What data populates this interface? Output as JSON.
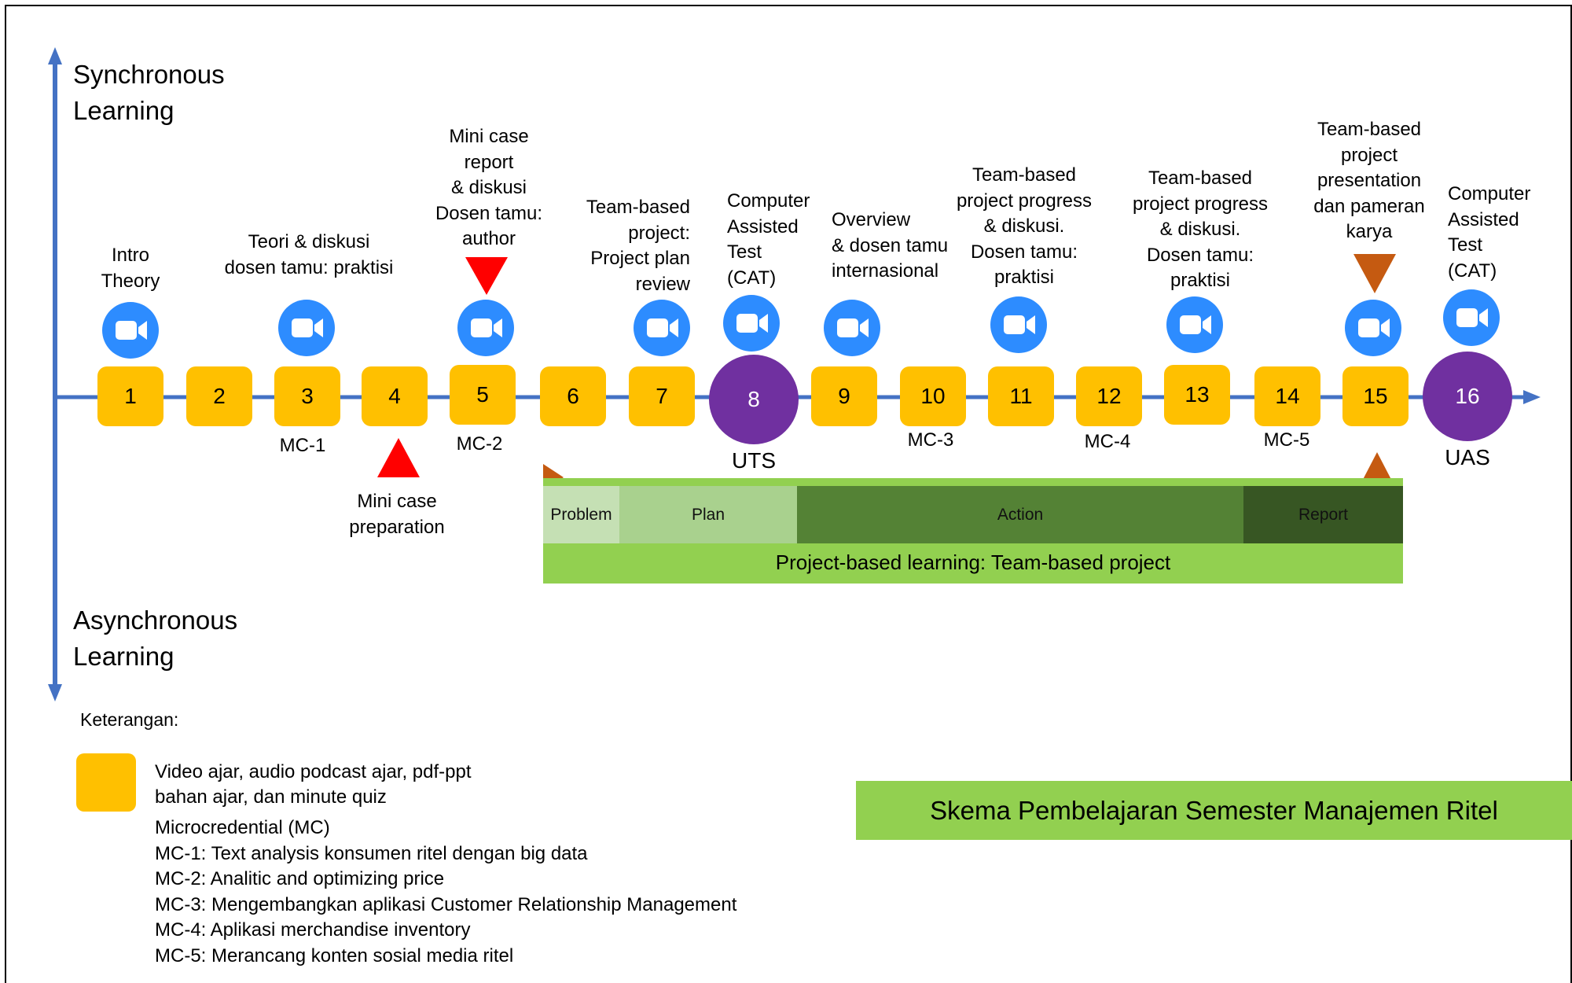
{
  "axis": {
    "sync_label": "Synchronous\nLearning",
    "async_label": "Asynchronous\nLearning"
  },
  "weeks": [
    "1",
    "2",
    "3",
    "4",
    "5",
    "6",
    "7",
    "9",
    "10",
    "11",
    "12",
    "13",
    "14",
    "15"
  ],
  "exams": {
    "uts_number": "8",
    "uts_label": "UTS",
    "uas_number": "16",
    "uas_label": "UAS"
  },
  "activities": {
    "w1": "Intro\nTheory",
    "w3": "Teori & diskusi\ndosen tamu: praktisi",
    "w5": "Mini case\nreport\n& diskusi\nDosen tamu:\nauthor",
    "w7": "Team-based\nproject:\nProject plan\nreview",
    "w8": "Computer\nAssisted\nTest\n(CAT)",
    "w9": "Overview\n& dosen tamu\ninternasional",
    "w11": "Team-based\nproject progress\n& diskusi.\nDosen tamu:\npraktisi",
    "w13": "Team-based\nproject progress\n& diskusi.\nDosen tamu:\npraktisi",
    "w15": "Team-based\nproject\npresentation\ndan pameran\nkarya",
    "w16": "Computer\nAssisted\nTest\n(CAT)",
    "w4_below": "Mini case\npreparation"
  },
  "mc_labels": {
    "mc1": "MC-1",
    "mc2": "MC-2",
    "mc3": "MC-3",
    "mc4": "MC-4",
    "mc5": "MC-5"
  },
  "project": {
    "phases": [
      "Problem",
      "Plan",
      "Action",
      "Report"
    ],
    "title": "Project-based learning: Team-based project"
  },
  "legend": {
    "heading": "Keterangan:",
    "box_line1": "Video ajar, audio podcast ajar, pdf-ppt",
    "box_line2": "bahan ajar, dan minute quiz",
    "mc_heading": "Microcredential (MC)",
    "mc_items": [
      "MC-1: Text analysis konsumen ritel dengan big data",
      "MC-2: Analitic and optimizing price",
      "MC-3: Mengembangkan aplikasi Customer Relationship Management",
      "MC-4: Aplikasi merchandise inventory",
      "MC-5: Merancang konten sosial media ritel"
    ]
  },
  "banner_title": "Skema Pembelajaran Semester Manajemen Ritel",
  "colors": {
    "week_box": "#ffc000",
    "exam_circle": "#7030a0",
    "timeline": "#4472c4",
    "zoom_icon": "#2d8cff",
    "marker_red": "#ff0000",
    "marker_orange": "#c55a11",
    "project_bar": "#92d050",
    "phase_problem": "#c5e0b4",
    "phase_plan": "#a9d18e",
    "phase_action": "#548235",
    "phase_report": "#375623"
  },
  "icons": [
    "zoom-video-icon",
    "arrow-up-icon",
    "arrow-down-icon",
    "arrow-right-icon",
    "triangle-marker-icon"
  ]
}
